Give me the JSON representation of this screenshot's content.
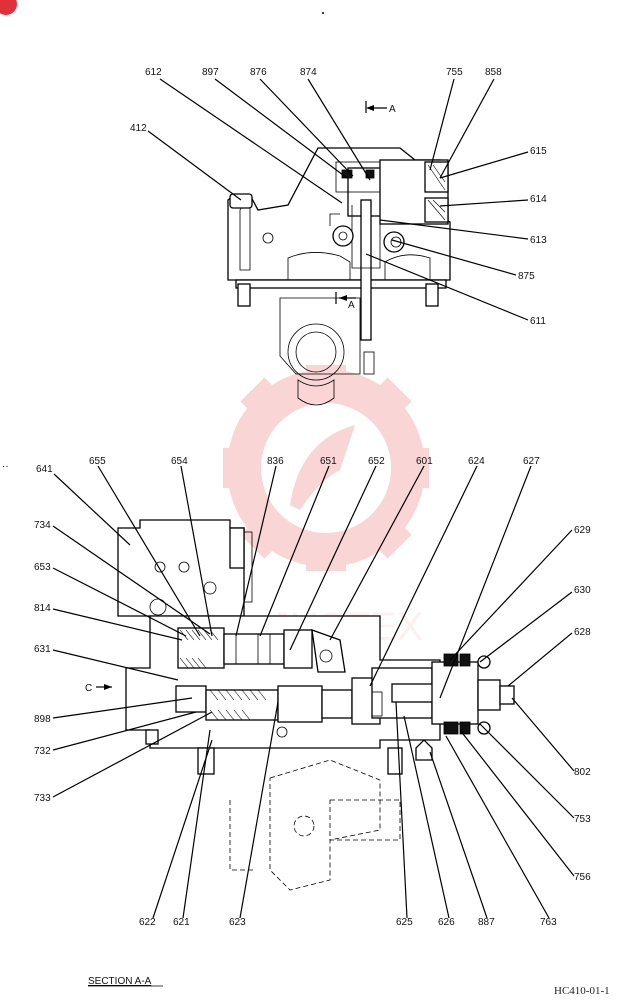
{
  "top_view": {
    "section_marks": [
      "A",
      "A"
    ],
    "callouts": [
      "612",
      "897",
      "876",
      "874",
      "755",
      "858",
      "412",
      "615",
      "614",
      "613",
      "875",
      "611"
    ]
  },
  "bottom_view": {
    "arrow_label": "C",
    "callouts": [
      "641",
      "655",
      "654",
      "836",
      "651",
      "652",
      "601",
      "624",
      "627",
      "734",
      "629",
      "653",
      "630",
      "814",
      "628",
      "631",
      "898",
      "732",
      "802",
      "733",
      "753",
      "756",
      "622",
      "621",
      "623",
      "625",
      "626",
      "887",
      "763"
    ]
  },
  "caption": "SECTION A-A",
  "drawing_code": "HC410-01-1",
  "watermark_color": "#f08a8a"
}
